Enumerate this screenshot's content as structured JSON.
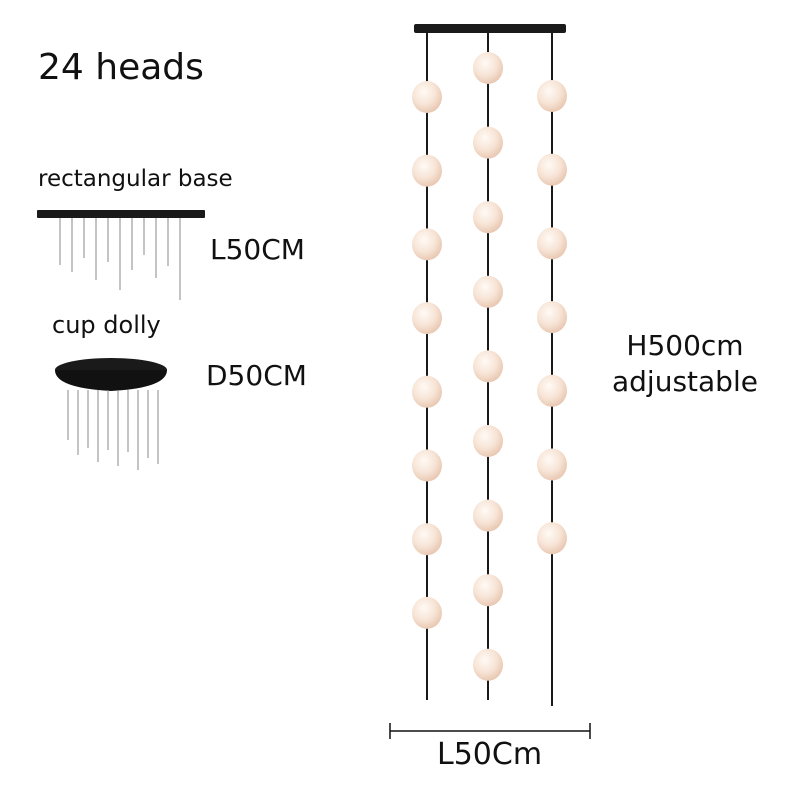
{
  "title": "24 heads",
  "bases": {
    "rectangular": {
      "label": "rectangular base",
      "dimension": "L50CM"
    },
    "cup": {
      "label": "cup dolly",
      "dimension": "D50CM"
    }
  },
  "pendant": {
    "height_label": "H500cm",
    "height_note": "adjustable",
    "length_label": "L50Cm",
    "head_count": 24,
    "strands": [
      {
        "heads": 8
      },
      {
        "heads": 9
      },
      {
        "heads": 7
      }
    ]
  },
  "colors": {
    "fixture": "#1a1a1a",
    "globe": "#f3dccb",
    "text": "#111111"
  }
}
